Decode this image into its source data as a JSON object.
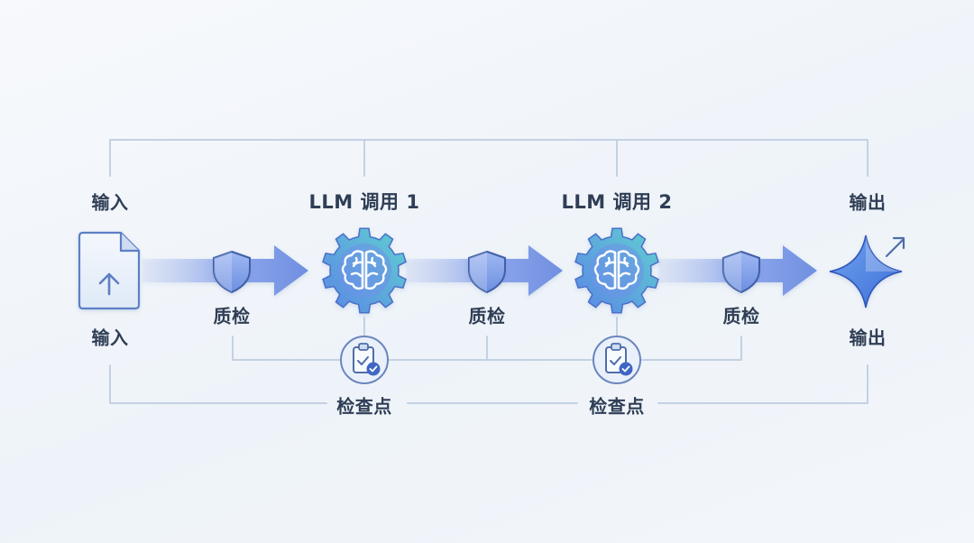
{
  "nodes": {
    "input_top": "输入",
    "input_bottom": "输入",
    "llm1": "LLM 调用 1",
    "llm2": "LLM 调用 2",
    "output_top": "输出",
    "output_bottom": "输出"
  },
  "gates": [
    "质检",
    "质检",
    "质检"
  ],
  "checkpoints": [
    "检查点",
    "检查点"
  ],
  "icons": {
    "input": "upload-document-icon",
    "gate": "shield-icon",
    "llm": "brain-gear-icon",
    "checkpoint": "clipboard-check-icon",
    "output": "sparkle-star-icon"
  },
  "colors": {
    "text": "#2f3e55",
    "connector": "#b7c7dc",
    "arrow": "#6f8fe0",
    "gear_from": "#5b86e6",
    "gear_to": "#5fcfd0"
  }
}
